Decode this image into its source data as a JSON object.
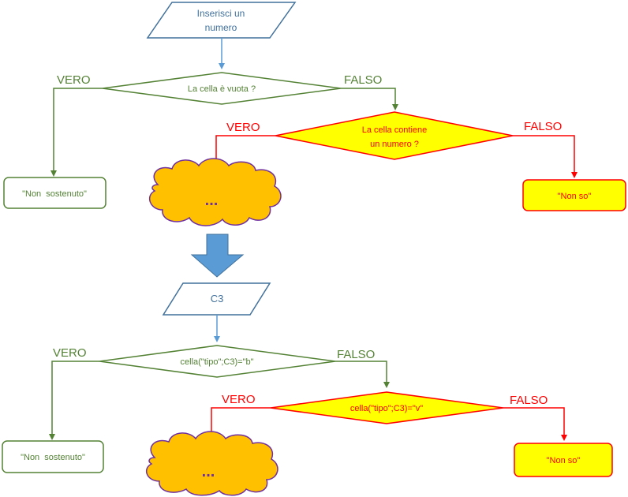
{
  "top": {
    "input_line1": "Inserisci un",
    "input_line2": "numero",
    "cond1": "La cella è vuota ?",
    "cond2_line1": "La cella contiene",
    "cond2_line2": "un numero ?",
    "vero_left": "VERO",
    "falso_right": "FALSO",
    "vero_inner": "VERO",
    "falso_inner": "FALSO",
    "result_left": "\"Non  sostenuto\"",
    "result_right": "\"Non so\"",
    "cloud_text": "..."
  },
  "bottom": {
    "input": "C3",
    "cond1": "cella(\"tipo\";C3)=\"b\"",
    "cond2": "cella(\"tipo\";C3)=\"v\"",
    "vero_left": "VERO",
    "falso_right": "FALSO",
    "vero_inner": "VERO",
    "falso_inner": "FALSO",
    "result_left": "\"Non  sostenuto\"",
    "result_right": "\"Non so\"",
    "cloud_text": "..."
  },
  "colors": {
    "blue": "#41719C",
    "blue_arrow": "#5B9BD5",
    "green": "#548235",
    "red": "#FF0000",
    "yellow": "#FFFF00",
    "orange": "#FFC000",
    "purple": "#7030A0"
  }
}
